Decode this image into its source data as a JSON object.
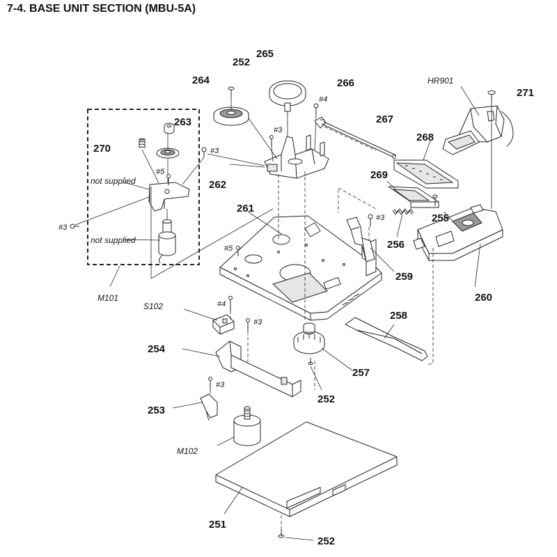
{
  "title": "7-4. BASE UNIT SECTION (MBU-5A)",
  "labels": {
    "p251": "251",
    "p252a": "252",
    "p252b": "252",
    "p252c": "252",
    "p253": "253",
    "p254": "254",
    "p255": "255",
    "p256": "256",
    "p257": "257",
    "p258": "258",
    "p259": "259",
    "p260": "260",
    "p261": "261",
    "p262": "262",
    "p263": "263",
    "p264": "264",
    "p265": "265",
    "p266": "266",
    "p267": "267",
    "p268": "268",
    "p269": "269",
    "p270": "270",
    "p271": "271"
  },
  "refs": {
    "hr901": "HR901",
    "m101": "M101",
    "m102": "M102",
    "s102": "S102"
  },
  "notes": {
    "not_supplied_1": "not supplied",
    "not_supplied_2": "not supplied"
  },
  "screws": {
    "s3a": "#3",
    "s3b": "#3",
    "s3c": "#3",
    "s3d": "#3",
    "s3e": "#3",
    "s3f": "#3",
    "s4a": "#4",
    "s4b": "#4",
    "s5a": "#5",
    "s5b": "#5"
  }
}
